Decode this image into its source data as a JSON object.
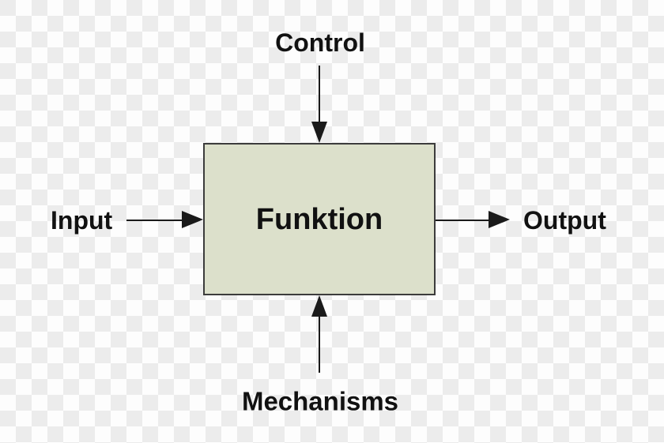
{
  "diagram": {
    "node": {
      "label": "Funktion"
    },
    "labels": {
      "top": "Control",
      "left": "Input",
      "right": "Output",
      "bottom": "Mechanisms"
    },
    "colors": {
      "checker_light": "#fdfdfd",
      "checker_dark": "#ececec",
      "node_fill": "#dce0cb",
      "node_border": "#3c3c3c",
      "arrow": "#1a1a1a",
      "text": "#111111"
    }
  }
}
